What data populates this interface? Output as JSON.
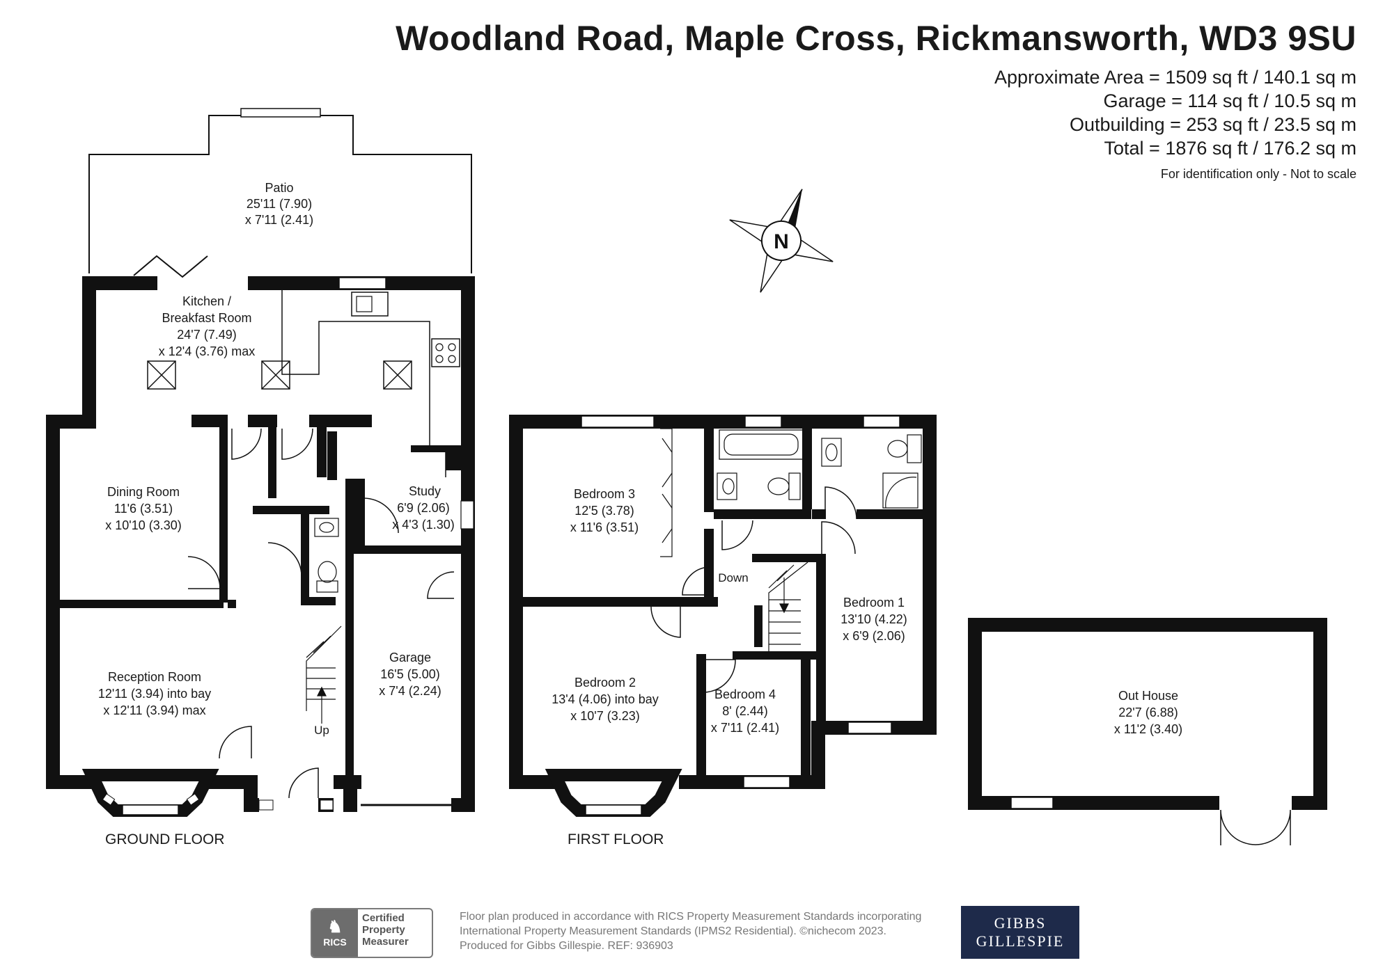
{
  "header": {
    "title": "Woodland Road, Maple Cross, Rickmansworth, WD3 9SU",
    "areas": [
      "Approximate Area = 1509 sq ft / 140.1 sq m",
      "Garage = 114 sq ft / 10.5 sq m",
      "Outbuilding = 253 sq ft / 23.5 sq m",
      "Total = 1876 sq ft / 176.2 sq m"
    ],
    "note": "For identification only - Not to scale"
  },
  "compass": {
    "label": "N"
  },
  "ground_floor": {
    "label": "GROUND FLOOR",
    "patio": [
      "Patio",
      "25'11 (7.90)",
      "x 7'11 (2.41)"
    ],
    "kitchen": [
      "Kitchen /",
      "Breakfast Room",
      "24'7 (7.49)",
      "x 12'4 (3.76) max"
    ],
    "dining": [
      "Dining Room",
      "11'6 (3.51)",
      "x 10'10 (3.30)"
    ],
    "study": [
      "Study",
      "6'9 (2.06)",
      "x 4'3 (1.30)"
    ],
    "reception": [
      "Reception Room",
      "12'11 (3.94) into bay",
      "x 12'11 (3.94) max"
    ],
    "garage": [
      "Garage",
      "16'5 (5.00)",
      "x 7'4 (2.24)"
    ],
    "stairs_label": "Up"
  },
  "first_floor": {
    "label": "FIRST FLOOR",
    "bedroom3": [
      "Bedroom 3",
      "12'5 (3.78)",
      "x 11'6 (3.51)"
    ],
    "bedroom1": [
      "Bedroom 1",
      "13'10 (4.22)",
      "x 6'9 (2.06)"
    ],
    "bedroom2": [
      "Bedroom 2",
      "13'4 (4.06) into bay",
      "x 10'7 (3.23)"
    ],
    "bedroom4": [
      "Bedroom 4",
      "8' (2.44)",
      "x 7'11 (2.41)"
    ],
    "stairs_label": "Down"
  },
  "outbuilding": {
    "lines": [
      "Out House",
      "22'7 (6.88)",
      "x 11'2 (3.40)"
    ]
  },
  "footer": {
    "lines": [
      "Floor plan produced in accordance with RICS Property Measurement Standards incorporating",
      "International Property Measurement Standards (IPMS2 Residential).   ©nichecom 2023.",
      "Produced for Gibbs Gillespie.   REF: 936903"
    ],
    "rics_badge": [
      "Certified",
      "Property",
      "Measurer"
    ],
    "rics_logo_text": "RICS",
    "agent_logo": [
      "GIBBS",
      "GILLESPIE"
    ]
  }
}
